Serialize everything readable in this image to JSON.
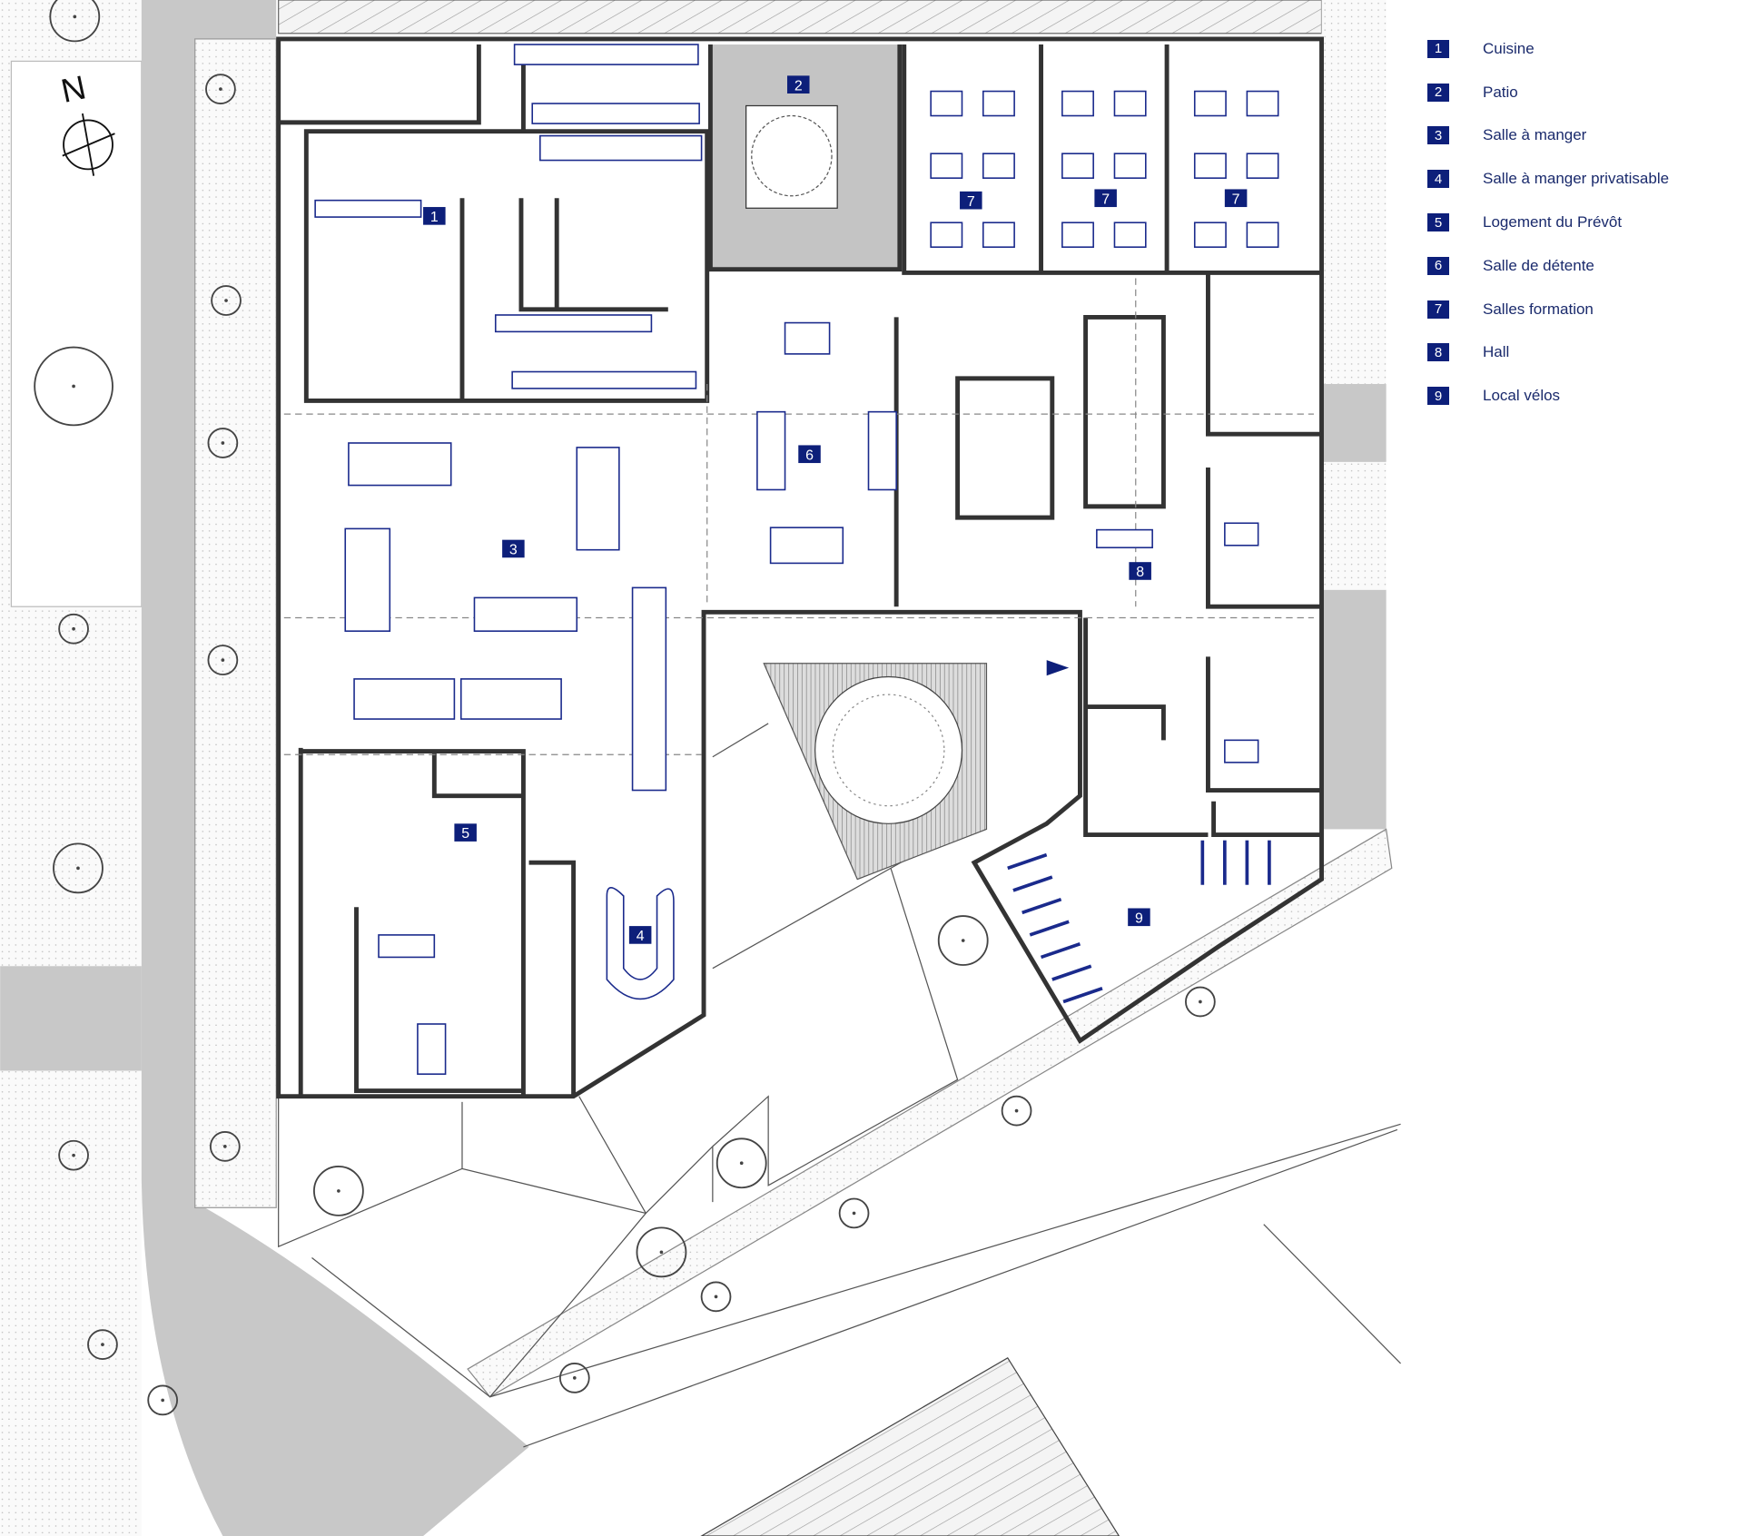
{
  "plan": {
    "north_label": "N",
    "room_labels": {
      "r1": "1",
      "r2": "2",
      "r3": "3",
      "r4": "4",
      "r5": "5",
      "r6": "6",
      "r7a": "7",
      "r7b": "7",
      "r7c": "7",
      "r8": "8",
      "r9": "9"
    }
  },
  "legend": {
    "items": [
      {
        "num": "1",
        "label": "Cuisine"
      },
      {
        "num": "2",
        "label": "Patio"
      },
      {
        "num": "3",
        "label": "Salle à manger"
      },
      {
        "num": "4",
        "label": "Salle à manger privatisable"
      },
      {
        "num": "5",
        "label": "Logement du Prévôt"
      },
      {
        "num": "6",
        "label": "Salle de détente"
      },
      {
        "num": "7",
        "label": "Salles formation"
      },
      {
        "num": "8",
        "label": "Hall"
      },
      {
        "num": "9",
        "label": "Local vélos"
      }
    ]
  },
  "colors": {
    "label_blue": "#0d1f7a",
    "furniture_blue": "#1a2a8c",
    "road_grey": "#c8c8c8"
  }
}
